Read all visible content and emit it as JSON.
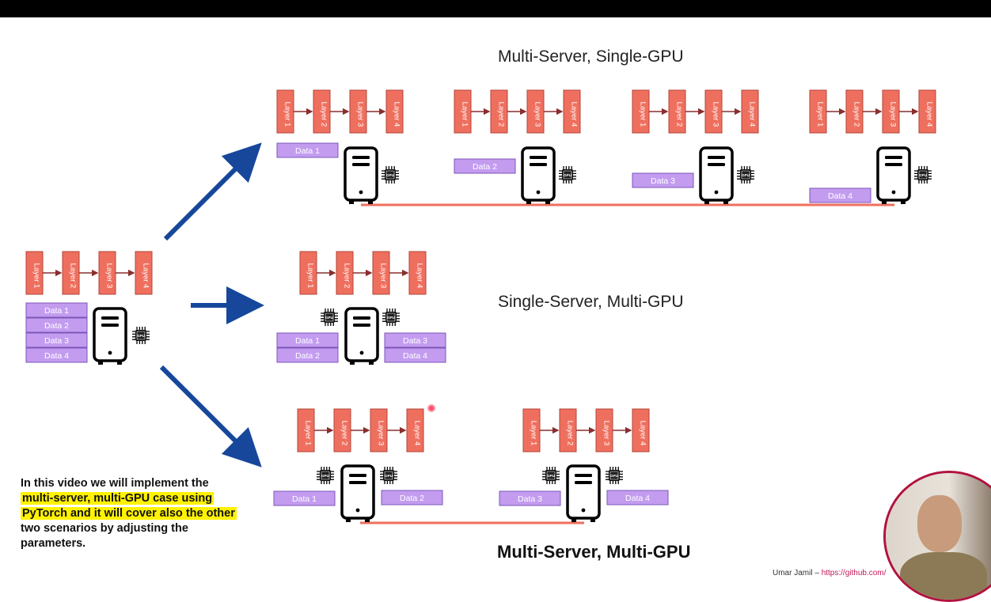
{
  "titles": {
    "top": "Multi-Server, Single-GPU",
    "middle": "Single-Server, Multi-GPU",
    "bottom": "Multi-Server, Multi-GPU"
  },
  "layers": [
    "Layer 1",
    "Layer 2",
    "Layer 3",
    "Layer 4"
  ],
  "data_blocks": [
    "Data 1",
    "Data 2",
    "Data 3",
    "Data 4"
  ],
  "gpu_label": "GPU",
  "caption": {
    "highlight_1": "multi-server, multi-GPU case using",
    "highlight_2": "PyTorch and it will cover also the other",
    "line_1": "In this video we will implement the",
    "line_4": "two scenarios by adjusting the",
    "line_5": "parameters."
  },
  "footer": {
    "author": "Umar Jamil – ",
    "link": "https://github.com/"
  },
  "colors": {
    "layer": "#ef6f5e",
    "layer_border": "#b0443a",
    "data": "#c39cf0",
    "data_border": "#7b56b8",
    "arrow": "#16479b",
    "network": "#ef6f5e"
  }
}
